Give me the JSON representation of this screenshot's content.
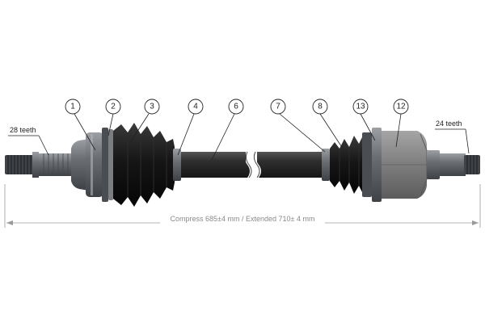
{
  "callouts": [
    {
      "id": "c1",
      "number": "1"
    },
    {
      "id": "c2",
      "number": "2"
    },
    {
      "id": "c3",
      "number": "3"
    },
    {
      "id": "c4",
      "number": "4"
    },
    {
      "id": "c6",
      "number": "6"
    },
    {
      "id": "c7",
      "number": "7"
    },
    {
      "id": "c8",
      "number": "8"
    },
    {
      "id": "c13",
      "number": "13"
    },
    {
      "id": "c12",
      "number": "12"
    }
  ],
  "labels": {
    "left_spline": "28 teeth",
    "right_spline": "24 teeth",
    "dimension": "Compress 685±4 mm / Extended 710± 4 mm"
  },
  "colors": {
    "shaft": "#2b2b2b",
    "boot": "#141414",
    "metal_dark": "#5a5e63",
    "metal_light": "#8c9095",
    "housing": "#7d7d7d",
    "dimension_line": "#9a9a9a"
  }
}
